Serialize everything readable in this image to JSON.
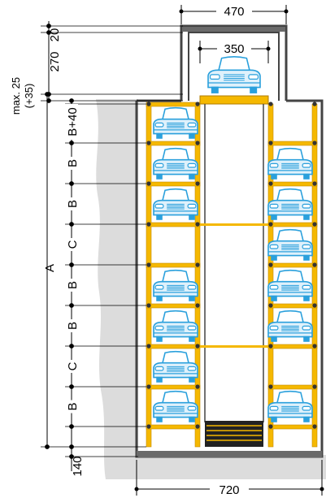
{
  "dimensions": {
    "top_width": "470",
    "lift_width": "350",
    "bottom_width": "720",
    "top_gap": "20",
    "lift_height": "270",
    "max_label_line1": "max. 25",
    "max_label_line2": "(+35)",
    "overall": "A",
    "bottom_pit": "140",
    "levels": [
      "B+40",
      "B",
      "B",
      "C",
      "B",
      "B",
      "C",
      "B"
    ]
  },
  "colors": {
    "steel": "#f5b800",
    "steel_dark": "#c48a00",
    "car": "#2aa0dc",
    "car_fill": "#dff1fb",
    "wall": "#4a4a4a",
    "ground": "#d9d9d9"
  }
}
